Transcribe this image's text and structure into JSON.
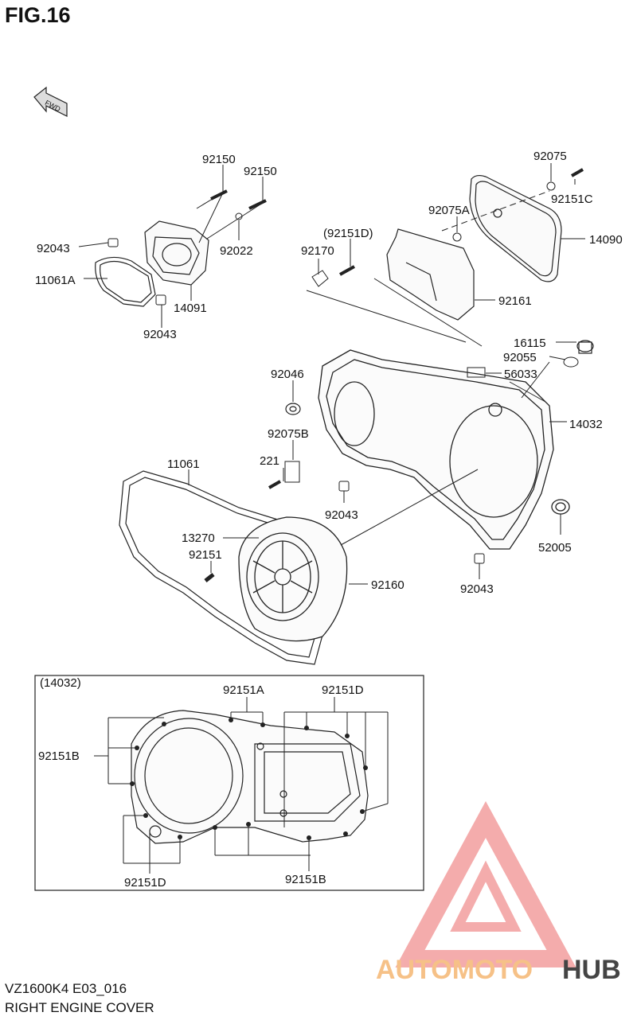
{
  "figure": {
    "title": "FIG.16",
    "fwd_label": "FWD",
    "model_code": "VZ1600K4 E03_016",
    "caption": "RIGHT ENGINE COVER",
    "inset_title": "(14032)"
  },
  "parts": {
    "p92150a": "92150",
    "p92150b": "92150",
    "p92043a": "92043",
    "p92022": "92022",
    "p11061A": "11061A",
    "p14091": "14091",
    "p92043b": "92043",
    "p92075": "92075",
    "p92151C": "92151C",
    "p92075A": "92075A",
    "p14090": "14090",
    "p92151D_paren": "(92151D)",
    "p92170": "92170",
    "p92161": "92161",
    "p16115": "16115",
    "p92055": "92055",
    "p92046": "92046",
    "p56033": "56033",
    "p14032": "14032",
    "p92075B": "92075B",
    "p221": "221",
    "p11061": "11061",
    "p92043c": "92043",
    "p13270": "13270",
    "p52005": "52005",
    "p92151": "92151",
    "p92160": "92160",
    "p92043d": "92043"
  },
  "inset_parts": {
    "i92151A": "92151A",
    "i92151D_top": "92151D",
    "i92151B_left": "92151B",
    "i92151D_bottom": "92151D",
    "i92151B_bottom": "92151B"
  },
  "watermark": {
    "left_text": "AUTOMOTO",
    "right_text": "HUB",
    "accent_color": "#f08a8a",
    "orange_color": "#f6c187"
  }
}
